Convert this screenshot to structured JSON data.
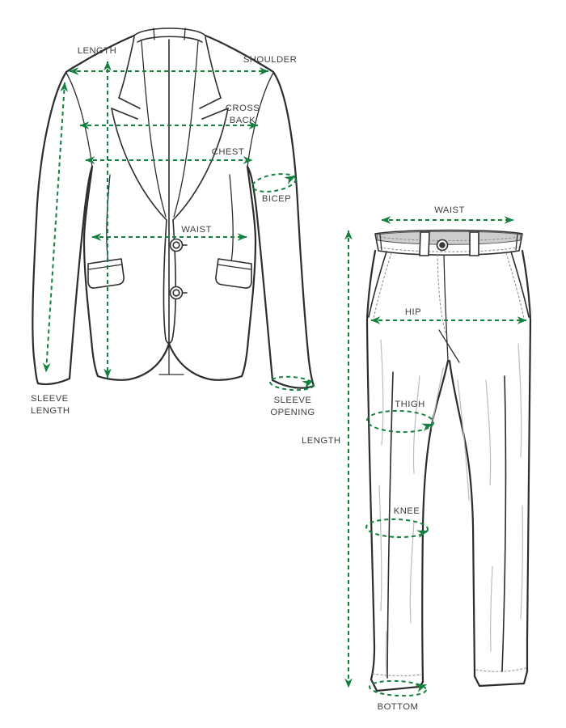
{
  "colors": {
    "accent_green": "#16803E",
    "line_dark": "#2D2D2D",
    "label_text": "#3E3E3E",
    "waistband_fill": "#CDCDCD"
  },
  "jacket": {
    "labels": {
      "length": "LENGTH",
      "shoulder": "SHOULDER",
      "cross_back_1": "CROSS",
      "cross_back_2": "BACK",
      "chest": "CHEST",
      "bicep": "BICEP",
      "waist": "WAIST",
      "sleeve_length_1": "SLEEVE",
      "sleeve_length_2": "LENGTH",
      "sleeve_opening_1": "SLEEVE",
      "sleeve_opening_2": "OPENING"
    }
  },
  "pants": {
    "labels": {
      "waist": "WAIST",
      "hip": "HIP",
      "thigh": "THIGH",
      "knee": "KNEE",
      "length": "LENGTH",
      "bottom": "BOTTOM"
    }
  }
}
